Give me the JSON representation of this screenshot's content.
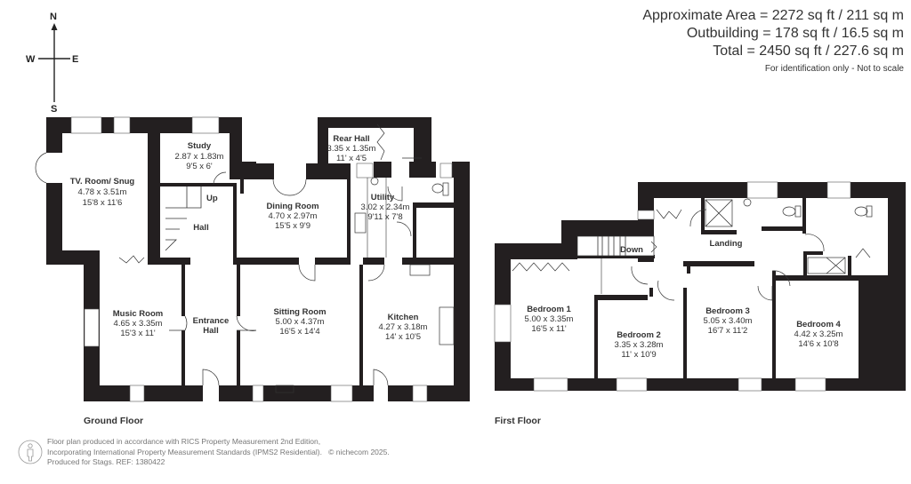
{
  "area_summary": {
    "approximate_area": "Approximate Area = 2272 sq ft / 211 sq m",
    "outbuilding": "Outbuilding = 178 sq ft / 16.5 sq m",
    "total": "Total = 2450 sq ft / 227.6 sq m",
    "note": "For identification only - Not to scale"
  },
  "compass": {
    "n": "N",
    "s": "S",
    "e": "E",
    "w": "W"
  },
  "ground_floor": {
    "label": "Ground Floor",
    "rooms": {
      "tv_room": {
        "name": "TV. Room/ Snug",
        "metric": "4.78 x 3.51m",
        "imperial": "15'8 x 11'6"
      },
      "study": {
        "name": "Study",
        "metric": "2.87 x 1.83m",
        "imperial": "9'5 x 6'"
      },
      "hall": {
        "name": "Hall"
      },
      "stairs_up": "Up",
      "rear_hall": {
        "name": "Rear Hall",
        "metric": "3.35 x 1.35m",
        "imperial": "11' x 4'5"
      },
      "dining_room": {
        "name": "Dining Room",
        "metric": "4.70 x 2.97m",
        "imperial": "15'5 x 9'9"
      },
      "utility": {
        "name": "Utility",
        "metric": "3.02 x 2.34m",
        "imperial": "9'11 x 7'8"
      },
      "music_room": {
        "name": "Music Room",
        "metric": "4.65 x 3.35m",
        "imperial": "15'3 x 11'"
      },
      "entrance_hall": {
        "name_line1": "Entrance",
        "name_line2": "Hall"
      },
      "sitting_room": {
        "name": "Sitting Room",
        "metric": "5.00 x 4.37m",
        "imperial": "16'5 x 14'4"
      },
      "kitchen": {
        "name": "Kitchen",
        "metric": "4.27 x 3.18m",
        "imperial": "14' x 10'5"
      }
    }
  },
  "first_floor": {
    "label": "First Floor",
    "rooms": {
      "stairs_down": "Down",
      "landing": {
        "name": "Landing"
      },
      "bedroom1": {
        "name": "Bedroom 1",
        "metric": "5.00 x 3.35m",
        "imperial": "16'5 x 11'"
      },
      "bedroom2": {
        "name": "Bedroom 2",
        "metric": "3.35 x 3.28m",
        "imperial": "11' x 10'9"
      },
      "bedroom3": {
        "name": "Bedroom 3",
        "metric": "5.05 x 3.40m",
        "imperial": "16'7 x 11'2"
      },
      "bedroom4": {
        "name": "Bedroom 4",
        "metric": "4.42 x 3.25m",
        "imperial": "14'6 x 10'8"
      }
    }
  },
  "footer": {
    "line1": "Floor plan produced in accordance with RICS Property Measurement 2nd Edition,",
    "line2": "Incorporating International Property Measurement Standards (IPMS2 Residential).",
    "copyright": "© nichecom 2025.",
    "line3": "Produced for Stags.   REF: 1380422"
  },
  "colors": {
    "wall": "#231f20",
    "text": "#333333",
    "footer_text": "#777777"
  }
}
